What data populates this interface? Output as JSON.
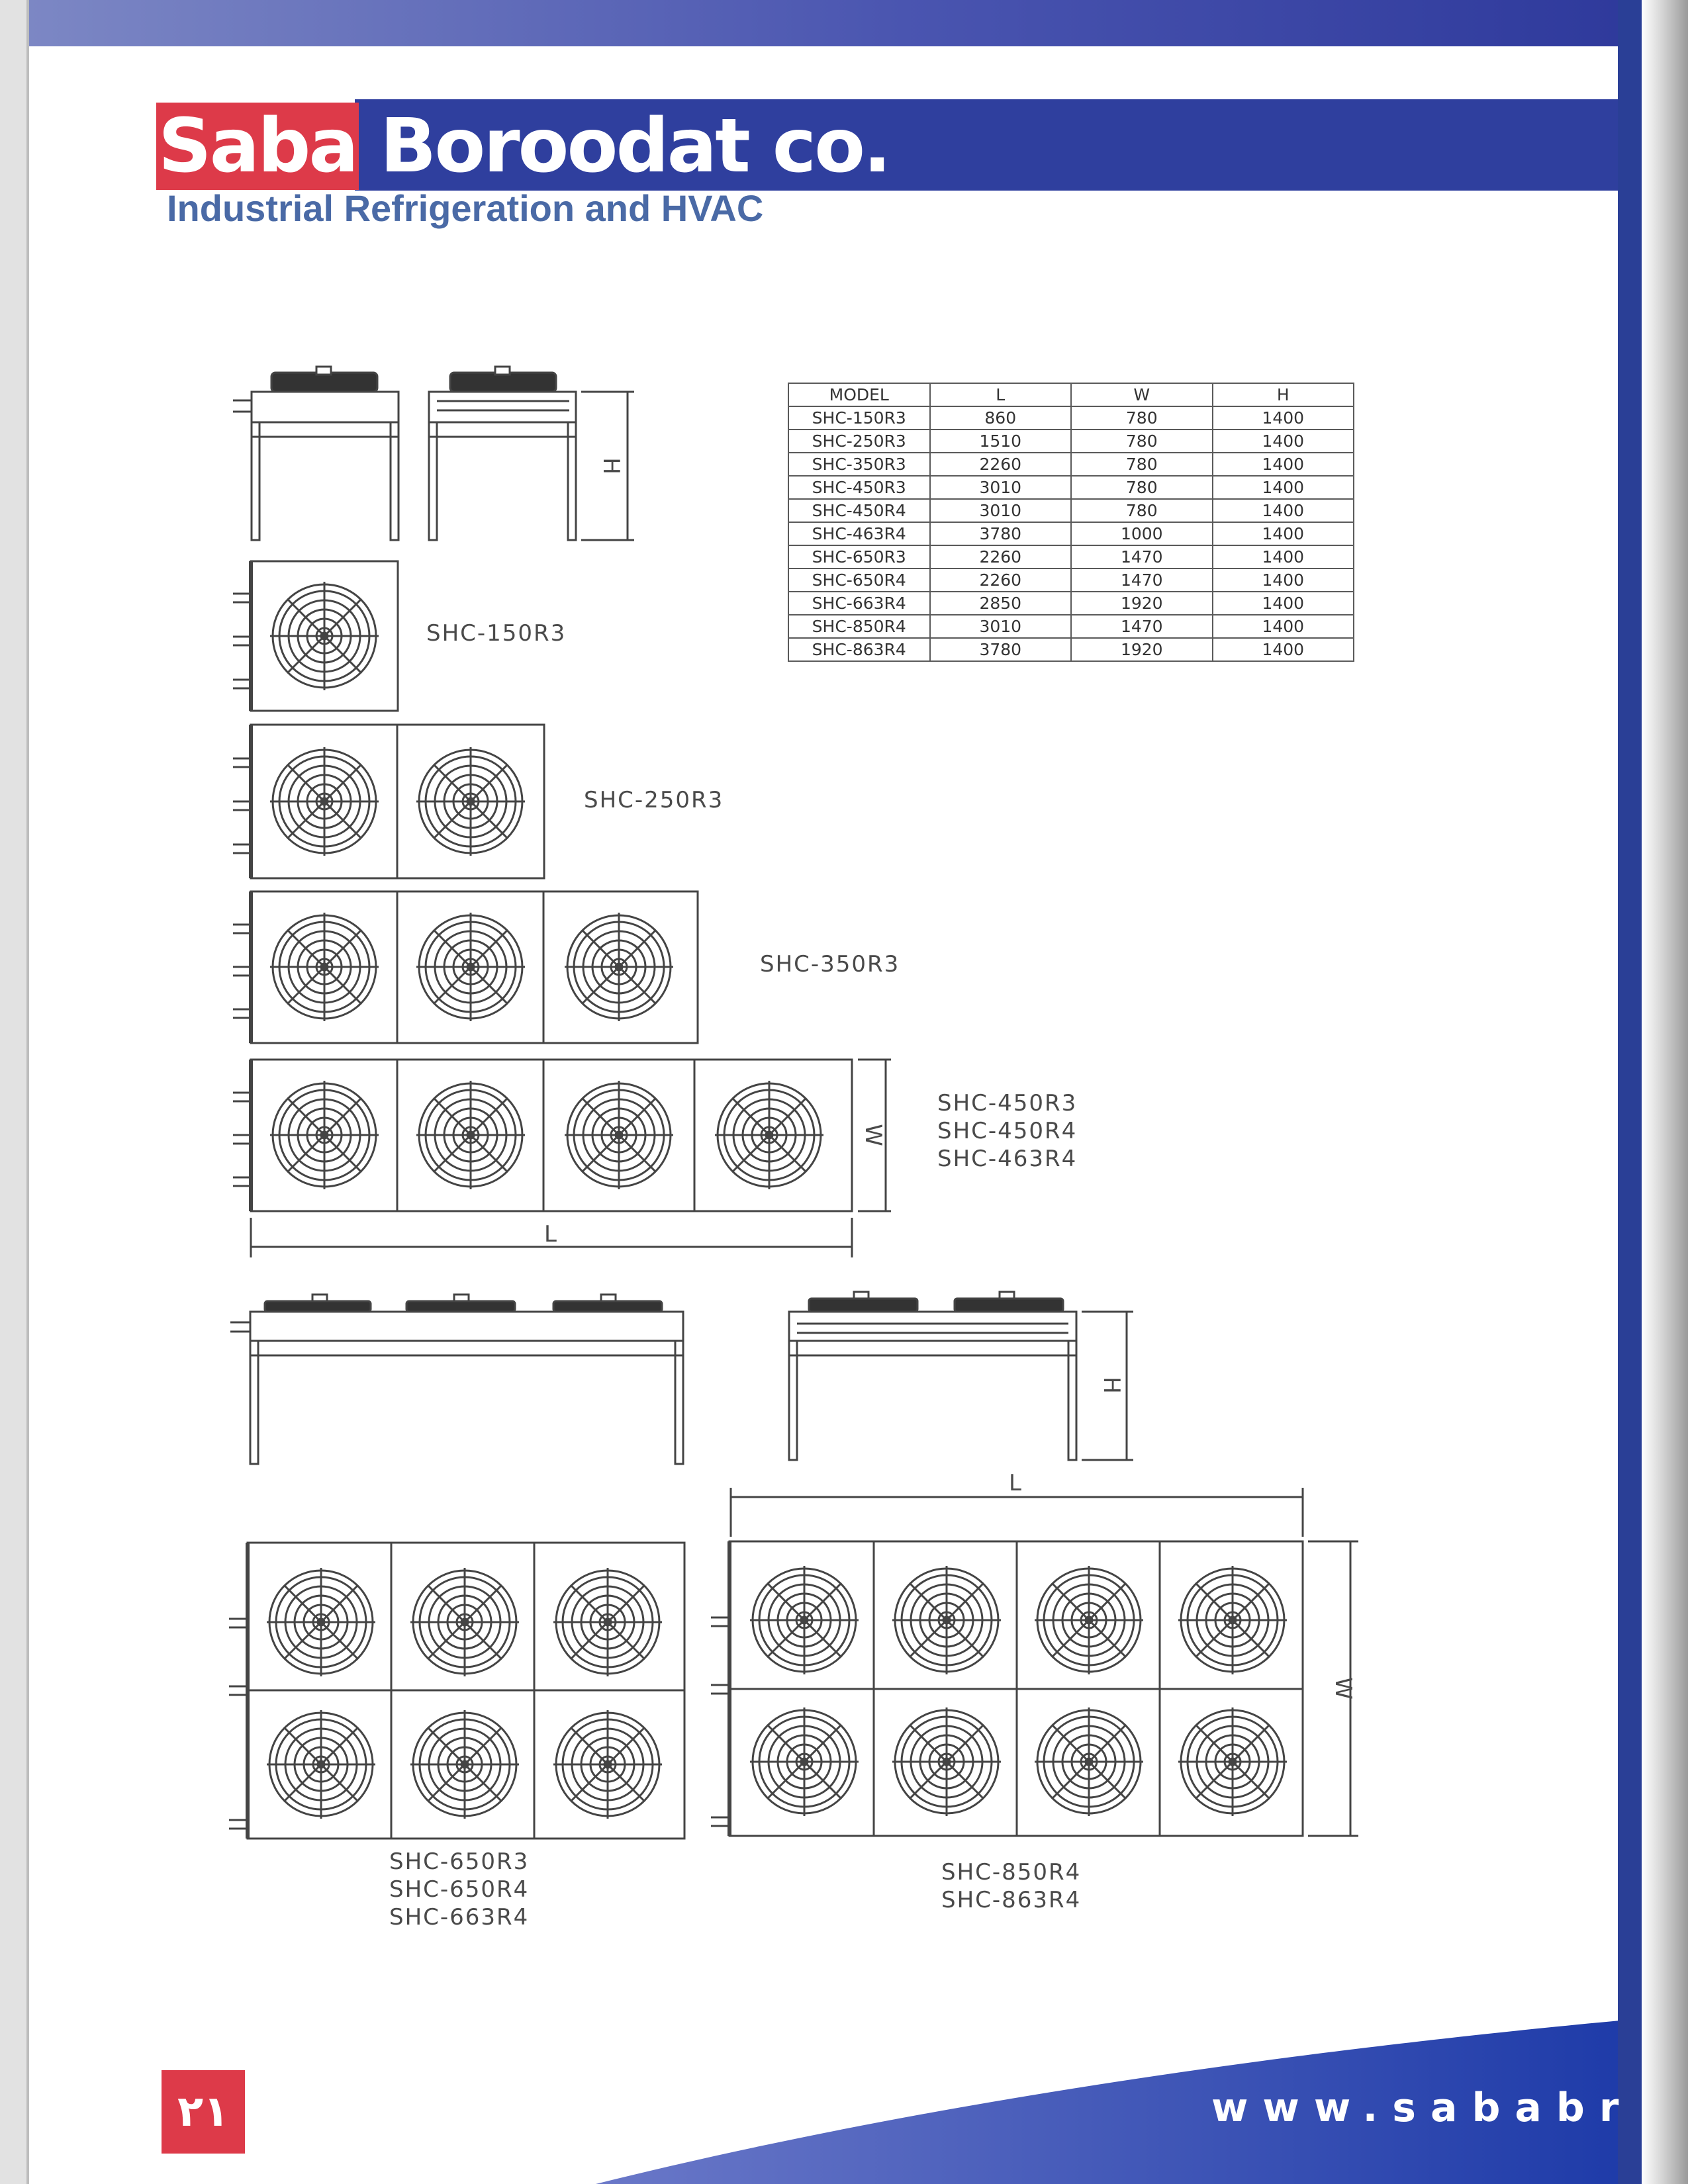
{
  "brand": {
    "name_part1": "Saba",
    "name_part2": "Boroodat co.",
    "tagline": "Industrial Refrigeration and HVAC"
  },
  "colors": {
    "brand_red": "#dd3a49",
    "brand_blue": "#2f3f9e",
    "tagline_blue": "#4a6aa6"
  },
  "spec_table": {
    "headers": [
      "MODEL",
      "L",
      "W",
      "H"
    ],
    "rows": [
      [
        "SHC-150R3",
        "860",
        "780",
        "1400"
      ],
      [
        "SHC-250R3",
        "1510",
        "780",
        "1400"
      ],
      [
        "SHC-350R3",
        "2260",
        "780",
        "1400"
      ],
      [
        "SHC-450R3",
        "3010",
        "780",
        "1400"
      ],
      [
        "SHC-450R4",
        "3010",
        "780",
        "1400"
      ],
      [
        "SHC-463R4",
        "3780",
        "1000",
        "1400"
      ],
      [
        "SHC-650R3",
        "2260",
        "1470",
        "1400"
      ],
      [
        "SHC-650R4",
        "2260",
        "1470",
        "1400"
      ],
      [
        "SHC-663R4",
        "2850",
        "1920",
        "1400"
      ],
      [
        "SHC-850R4",
        "3010",
        "1470",
        "1400"
      ],
      [
        "SHC-863R4",
        "3780",
        "1920",
        "1400"
      ]
    ]
  },
  "drawings": {
    "label_150": "SHC-150R3",
    "label_250": "SHC-250R3",
    "label_350": "SHC-350R3",
    "label_450": [
      "SHC-450R3",
      "SHC-450R4",
      "SHC-463R4"
    ],
    "label_650": [
      "SHC-650R3",
      "SHC-650R4",
      "SHC-663R4"
    ],
    "label_850": [
      "SHC-850R4",
      "SHC-863R4"
    ],
    "dim_h": "H",
    "dim_w": "W",
    "dim_l": "L"
  },
  "footer": {
    "page_number": "۲۱",
    "website": "www.sababr"
  }
}
